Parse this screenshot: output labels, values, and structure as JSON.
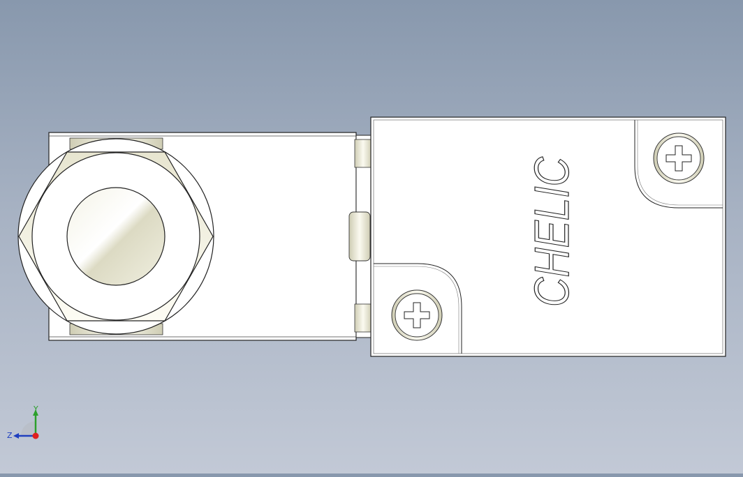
{
  "viewport": {
    "background_top": "#8898ad",
    "background_bottom": "#c2c9d6"
  },
  "model": {
    "brand_text": "CHELIC",
    "part_fill": "#ffffff",
    "edge_color": "#222222",
    "metal_highlight": "#f2f1df",
    "metal_shadow": "#cfcdb4"
  },
  "screws": [
    {
      "name": "screw-top-right",
      "icon": "phillips-screw-icon"
    },
    {
      "name": "screw-bottom-left",
      "icon": "phillips-screw-icon"
    }
  ],
  "triad": {
    "y_label": "Y",
    "z_label": "Z",
    "y_color": "#2ca02c",
    "z_color": "#1f3fbf",
    "origin_color": "#e0201e"
  }
}
